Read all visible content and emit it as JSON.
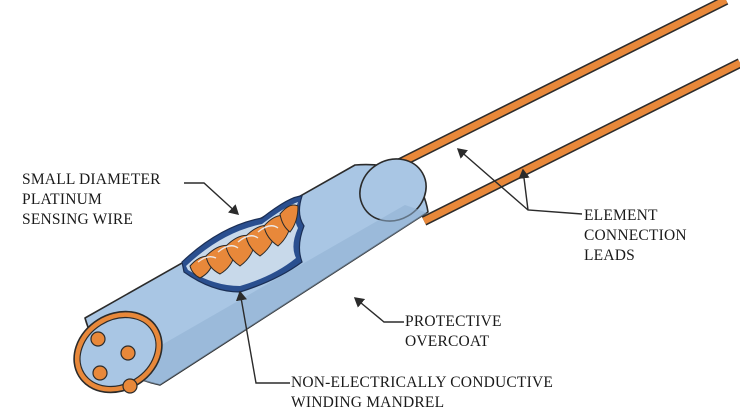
{
  "diagram": {
    "labels": {
      "sensing_wire": [
        "SMALL DIAMETER",
        "PLATINUM",
        "SENSING WIRE"
      ],
      "connection_leads": [
        "ELEMENT",
        "CONNECTION",
        "LEADS"
      ],
      "overcoat": [
        "PROTECTIVE",
        "OVERCOAT"
      ],
      "mandrel": [
        "NON-ELECTRICALLY CONDUCTIVE",
        "WINDING MANDREL"
      ]
    },
    "colors": {
      "overcoat_fill": "#a9c6e4",
      "overcoat_shade": "#8fb0d2",
      "platinum_wire": "#e8883a",
      "lead_wire": "#e8883a",
      "mandrel_fill": "#c8d9ea",
      "mandrel_edge": "#2a4f8f",
      "outline": "#2b2b2b",
      "leader_line": "#2b2b2b"
    }
  }
}
